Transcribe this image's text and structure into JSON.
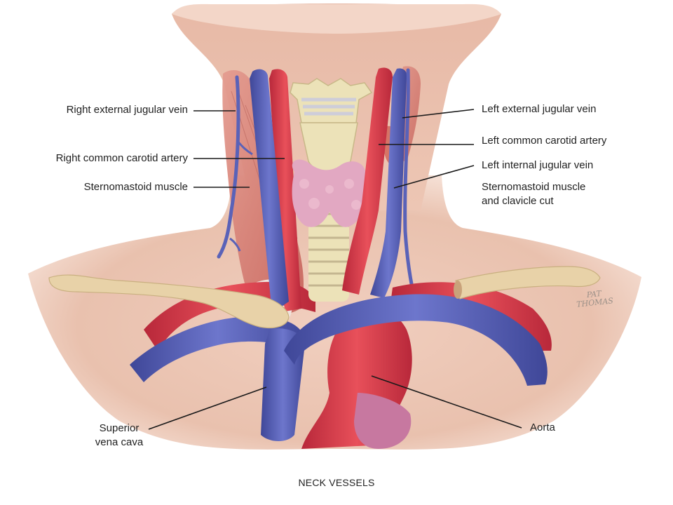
{
  "labels": {
    "right_external_jugular_vein": "Right external jugular vein",
    "right_common_carotid_artery": "Right common carotid artery",
    "sternomastoid_muscle": "Sternomastoid muscle",
    "left_external_jugular_vein": "Left external jugular vein",
    "left_common_carotid_artery": "Left common carotid artery",
    "left_internal_jugular_vein": "Left internal jugular vein",
    "sternomastoid_cut_line1": "Sternomastoid muscle",
    "sternomastoid_cut_line2": "and clavicle cut",
    "svc_line1": "Superior",
    "svc_line2": "vena cava",
    "aorta": "Aorta"
  },
  "caption": "NECK VESSELS",
  "signature": {
    "line1": "PAT",
    "line2": "THOMAS"
  },
  "colors": {
    "skin": "#ecc9b8",
    "artery": "#d9404a",
    "vein": "#5a62b8",
    "muscle": "#d8867a",
    "thyroid": "#e2a8c2",
    "cartilage": "#ece2b8",
    "bone": "#e8d2a8"
  }
}
